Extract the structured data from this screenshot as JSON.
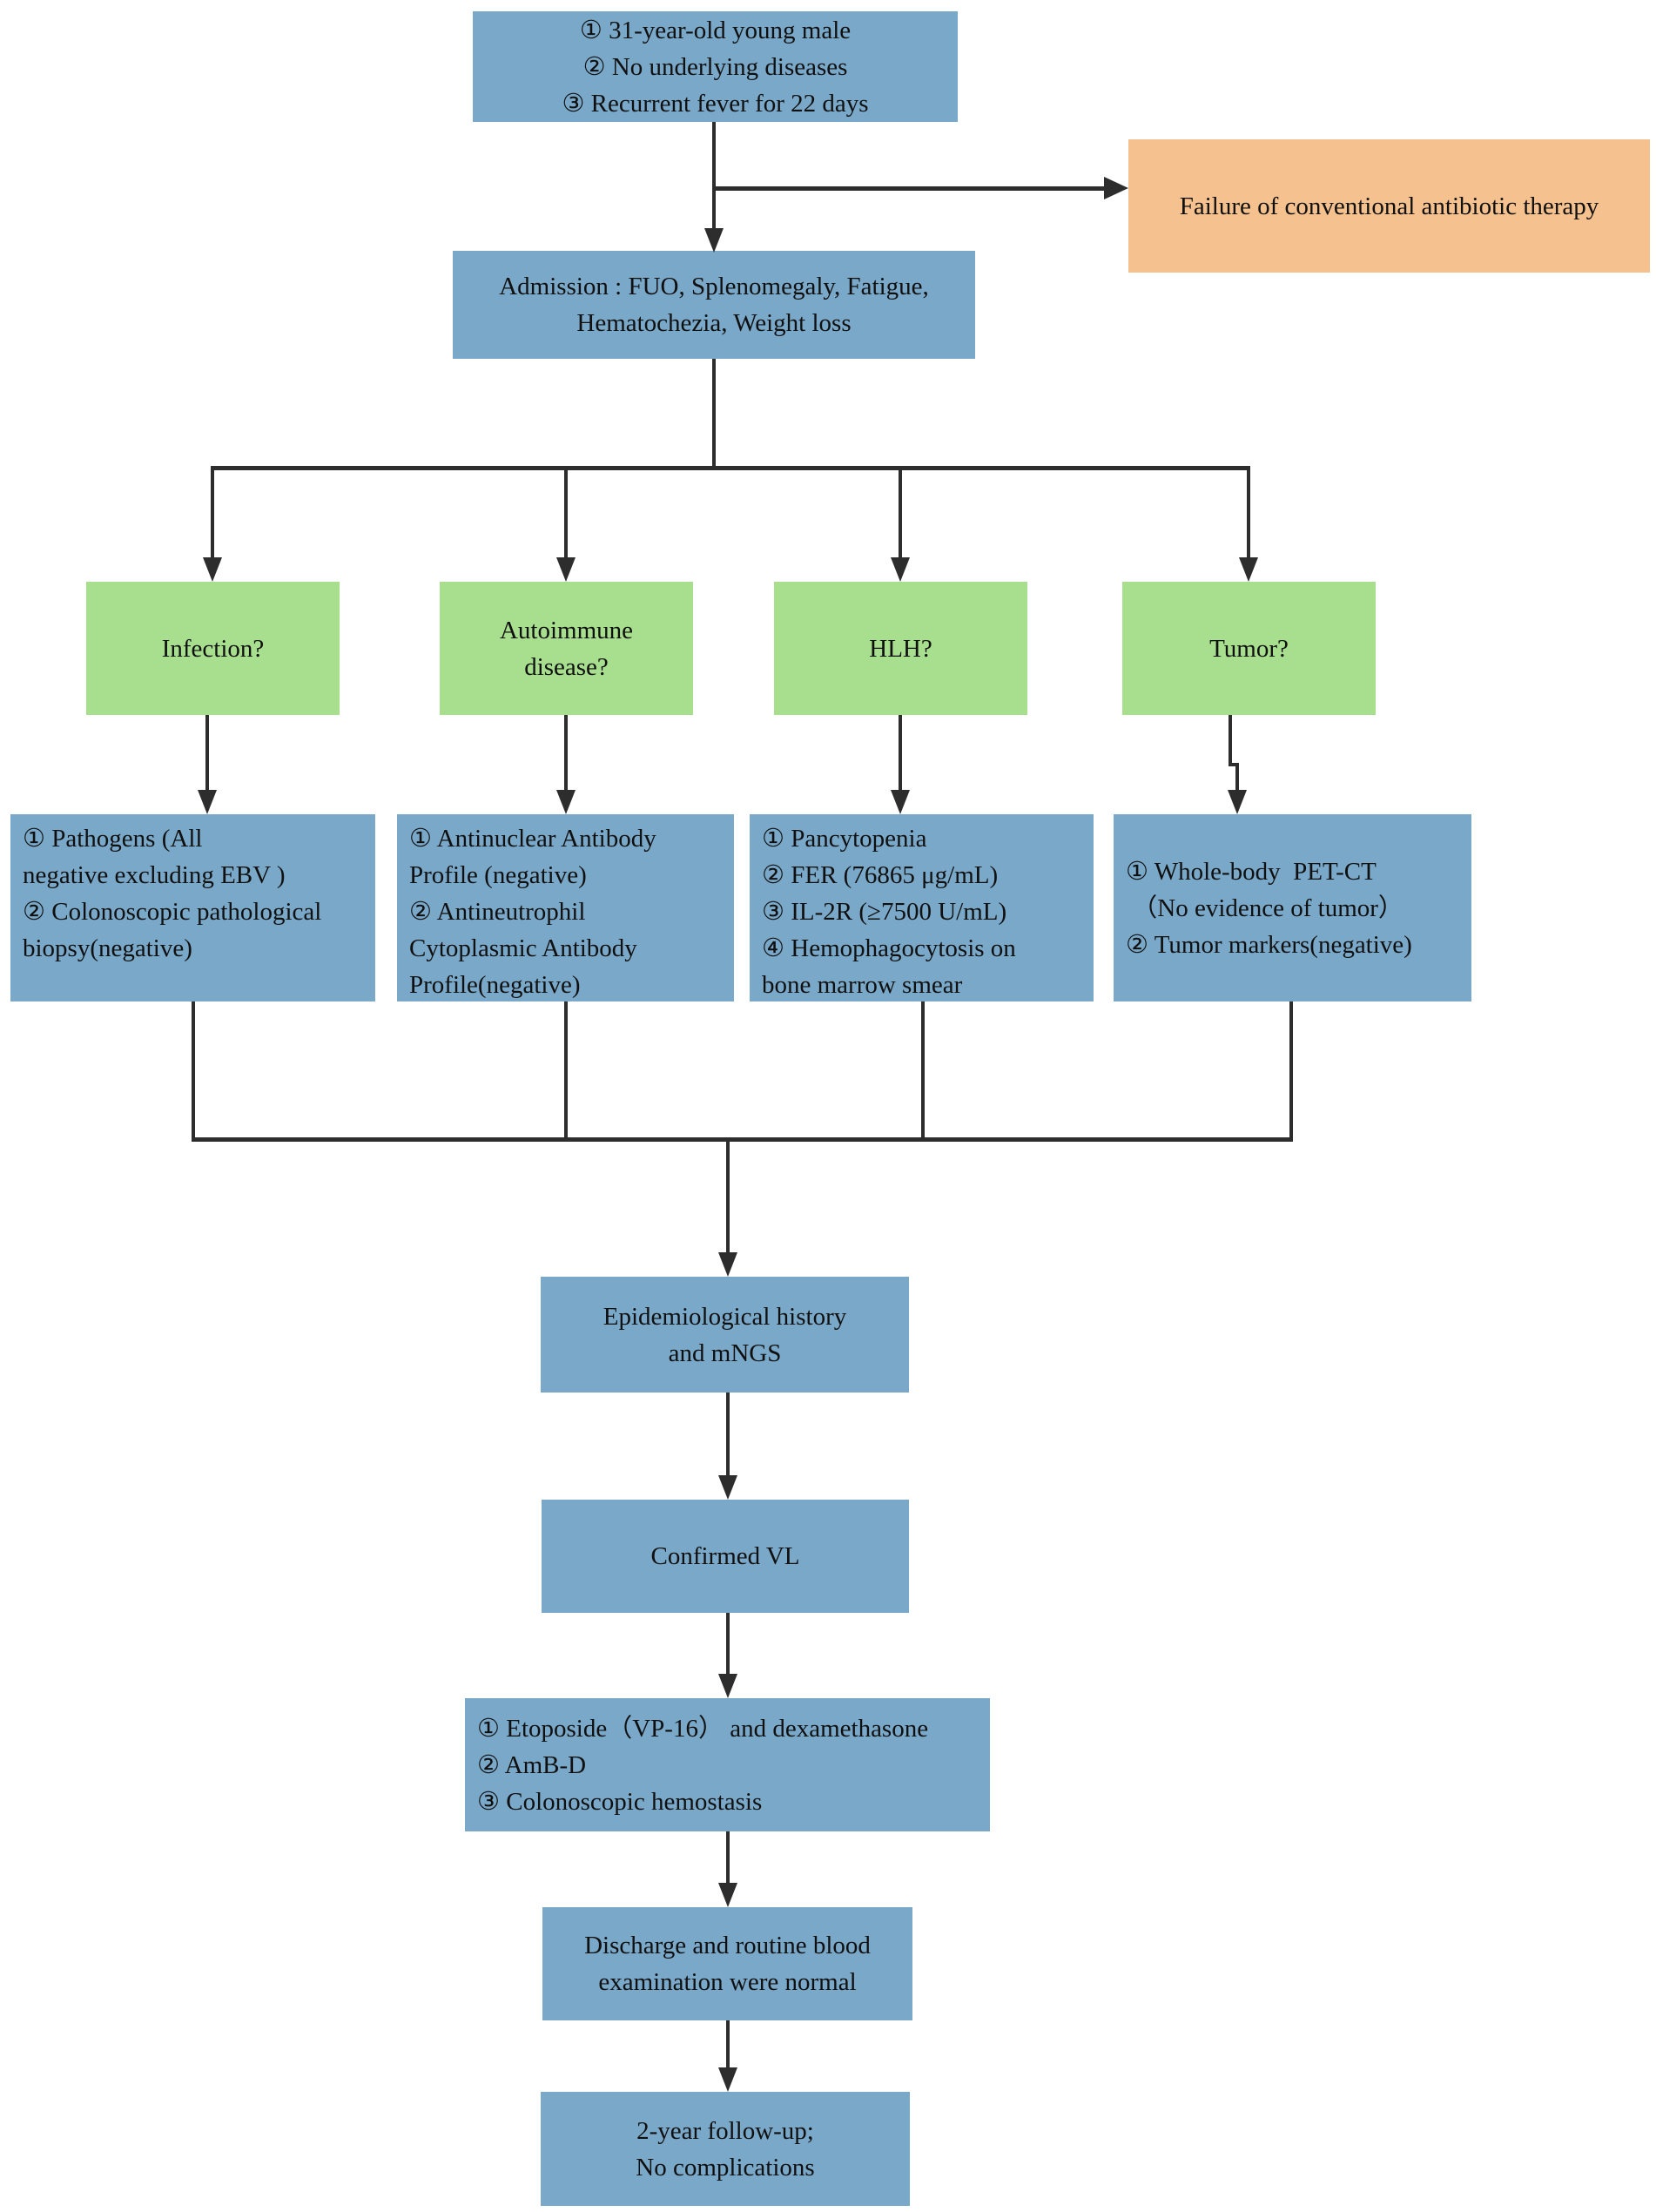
{
  "title": "Clinical diagnostic flowchart for visceral leishmaniasis (VL) case",
  "colors": {
    "node_blue": "#7aa8c9",
    "node_green": "#a8df8e",
    "node_orange": "#f5c18e",
    "connector": "#2d2d2d",
    "text": "#101010",
    "background": "#ffffff"
  },
  "nodes": {
    "patient": {
      "lines": [
        "① 31-year-old young male",
        "② No underlying diseases",
        "③ Recurrent fever for 22 days"
      ]
    },
    "antibiotic_failure": {
      "label": "Failure of conventional antibiotic therapy"
    },
    "admission": {
      "lines": [
        "Admission : FUO, Splenomegaly, Fatigue,",
        "Hematochezia, Weight loss"
      ]
    },
    "infection": {
      "label": "Infection?"
    },
    "autoimmune": {
      "lines": [
        "Autoimmune",
        "disease?"
      ]
    },
    "hlh": {
      "label": "HLH?"
    },
    "tumor": {
      "label": "Tumor?"
    },
    "infection_workup": {
      "lines": [
        "① Pathogens (All",
        "negative excluding EBV )",
        "② Colonoscopic pathological",
        "biopsy(negative)"
      ]
    },
    "autoimmune_workup": {
      "lines": [
        "① Antinuclear Antibody",
        "Profile (negative)",
        "② Antineutrophil",
        "Cytoplasmic Antibody",
        "Profile(negative)"
      ]
    },
    "hlh_workup": {
      "lines": [
        "① Pancytopenia",
        "② FER (76865 μg/mL)",
        "③ IL-2R (≥7500 U/mL)",
        "④ Hemophagocytosis on",
        "bone marrow smear"
      ]
    },
    "tumor_workup": {
      "lines": [
        "① Whole-body  PET-CT",
        " （No evidence of tumor）",
        "② Tumor markers(negative)"
      ]
    },
    "epidemiology": {
      "lines": [
        "Epidemiological history",
        "and mNGS"
      ]
    },
    "confirmed": {
      "label": "Confirmed VL"
    },
    "treatment": {
      "lines": [
        "① Etoposide（VP-16） and dexamethasone",
        "② AmB-D",
        "③ Colonoscopic hemostasis"
      ]
    },
    "discharge": {
      "lines": [
        "Discharge and routine blood",
        "examination were normal"
      ]
    },
    "followup": {
      "lines": [
        "2-year follow-up;",
        "No complications"
      ]
    }
  }
}
